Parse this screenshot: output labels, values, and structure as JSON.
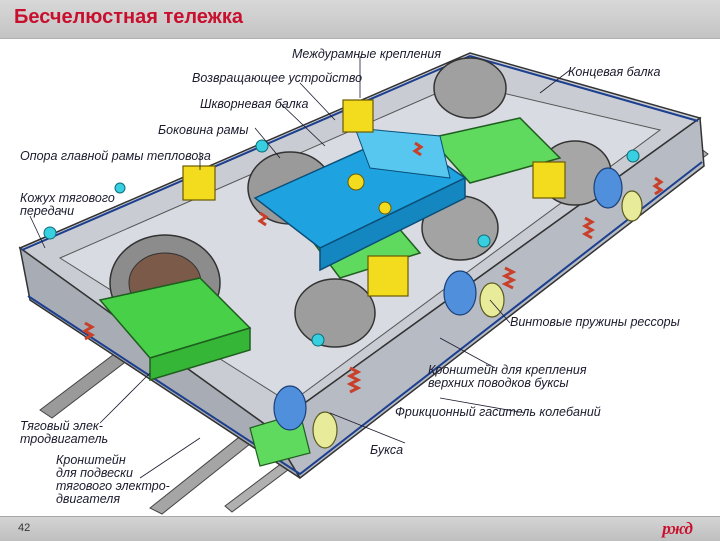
{
  "header": {
    "title": "Бесчелюстная тележка"
  },
  "labels": {
    "mezhduramnye": "Междурамные крепления",
    "konievaya": "Концевая балка",
    "vozvrashchayushchee": "Возвращающее устройство",
    "shkvornevaya": "Шкворневая балка",
    "bokovina": "Боковина рамы",
    "opora": "Опора главной рамы тепловоза",
    "kozhukh_1": "Кожух тягового",
    "kozhukh_2": "передачи",
    "vintovye": "Винтовые пружины рессоры",
    "kronshtein_buksy_1": "Кронштейн для крепления",
    "kronshtein_buksy_2": "верхних поводков буксы",
    "frikcionny": "Фрикционный гаситель колебаний",
    "tyagovy_1": "Тяговый элек-",
    "tyagovy_2": "тродвигатель",
    "buksa": "Букса",
    "kronshtein_podveski_1": "Кронштейн",
    "kronshtein_podveski_2": "для подвески",
    "kronshtein_podveski_3": "тягового электро-",
    "kronshtein_podveski_4": "двигателя"
  },
  "footer": {
    "page_number": "42",
    "logo": "ржд"
  },
  "colors": {
    "title_red": "#c8102e",
    "frame_gray": "#c9ccd3",
    "motor_green": "#47d048",
    "bolster_blue": "#1ea3e0",
    "bearing_yellow": "#f3dc1e",
    "spring_red": "#c8402a"
  }
}
